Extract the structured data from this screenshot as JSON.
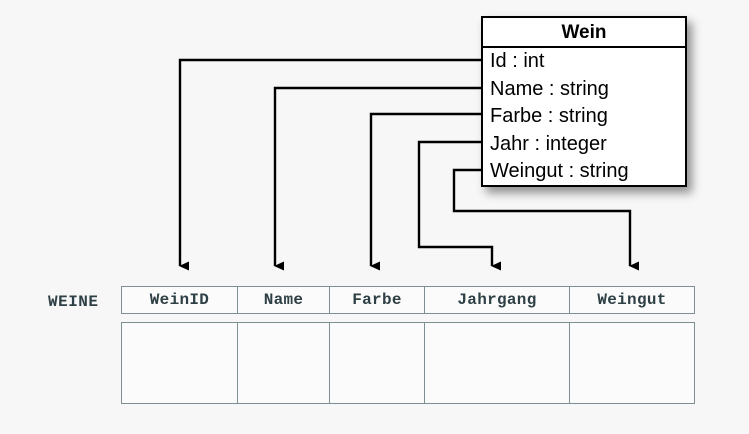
{
  "diagram": {
    "background_color": "#f7f7f7",
    "line_color": "#000000"
  },
  "uml_class": {
    "name": "Wein",
    "attributes": [
      {
        "label": "Id : int",
        "attr_name": "Id",
        "type": "int"
      },
      {
        "label": "Name : string",
        "attr_name": "Name",
        "type": "string"
      },
      {
        "label": "Farbe : string",
        "attr_name": "Farbe",
        "type": "string"
      },
      {
        "label": "Jahr : integer",
        "attr_name": "Jahr",
        "type": "integer"
      },
      {
        "label": "Weingut : string",
        "attr_name": "Weingut",
        "type": "string"
      }
    ]
  },
  "relational_table": {
    "label": "WEINE",
    "label_color": "#2e4045",
    "border_color": "#7e8f94",
    "columns": [
      {
        "header": "WeinID"
      },
      {
        "header": "Name"
      },
      {
        "header": "Farbe"
      },
      {
        "header": "Jahrgang"
      },
      {
        "header": "Weingut"
      }
    ],
    "rows": [
      [
        "",
        "",
        "",
        "",
        ""
      ]
    ]
  },
  "mappings": [
    {
      "from": "Id",
      "to": "WeinID"
    },
    {
      "from": "Name",
      "to": "Name"
    },
    {
      "from": "Farbe",
      "to": "Farbe"
    },
    {
      "from": "Jahr",
      "to": "Jahrgang"
    },
    {
      "from": "Weingut",
      "to": "Weingut"
    }
  ]
}
